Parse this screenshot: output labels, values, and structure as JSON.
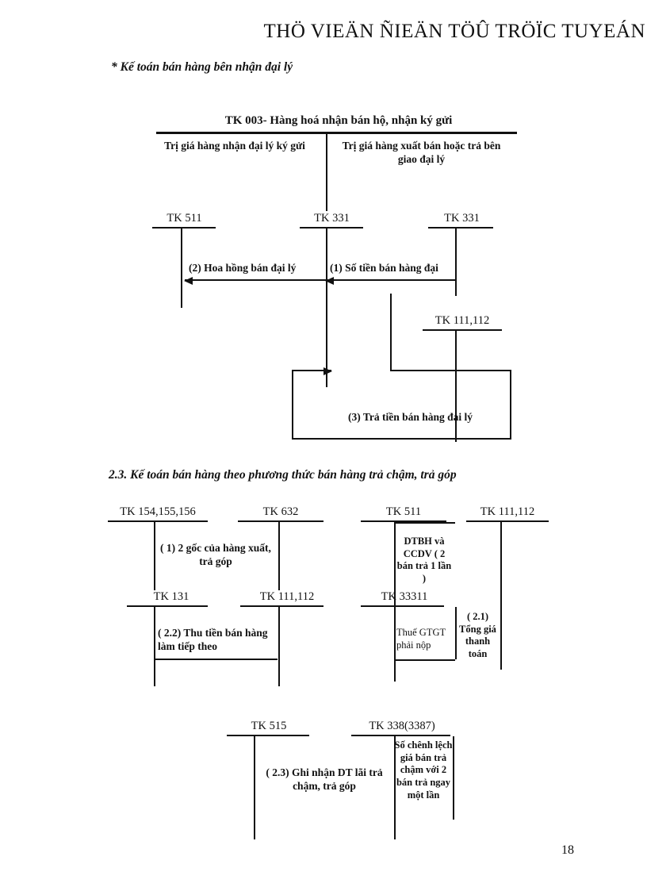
{
  "header": {
    "library_banner": "THÖ VIEÄN ÑIEÄN TÖÛ TRÖÏC TUYEÁN"
  },
  "section1": {
    "subtitle": "* Kế toán bán hàng bên nhận đại lý",
    "taccount_title": "TK 003- Hàng hoá nhận bán hộ, nhận ký gửi",
    "debit_text": "Trị giá hàng nhận đại lý ký gửi",
    "credit_text": "Trị giá hàng xuất bán hoặc trả bên giao đại lý",
    "accounts": {
      "left": "TK 511",
      "middle": "TK 331",
      "right": "TK 331",
      "cash": "TK 111,112"
    },
    "entries": {
      "e2": "(2) Hoa hồng bán đại lý",
      "e1": "(1) Số tiền bán hàng đại",
      "e3": "(3) Trả tiền bán hàng đại lý"
    }
  },
  "section2": {
    "heading": "2.3. Kế toán bán hàng theo phương thức bán hàng trả chậm, trả góp",
    "row1_accounts": {
      "a1": "TK 154,155,156",
      "a2": "TK 632",
      "a3": "TK 511",
      "a4": "TK 111,112"
    },
    "row2_accounts": {
      "b1": "TK 131",
      "b2": "TK 111,112",
      "b3": "TK 33311"
    },
    "row3_accounts": {
      "c1": "TK 515",
      "c2": "TK 338(3387)"
    },
    "entries": {
      "e1": "( 1) 2 gốc của hàng xuất, trả góp",
      "dtbh": "DTBH và CCDV ( 2 bán trả 1 lần )",
      "e21": "( 2.1) Tổng giá thanh toán",
      "e22": "( 2.2) Thu tiền bán hàng làm tiếp theo",
      "vat": "Thuế GTGT phải nộp",
      "diff": "Số chênh lệch giá bán trả chậm với 2 bán trả ngay một lần",
      "e23": "( 2.3) Ghi nhận DT lãi trả chậm, trả góp"
    }
  },
  "footer": {
    "page_number": "18"
  }
}
